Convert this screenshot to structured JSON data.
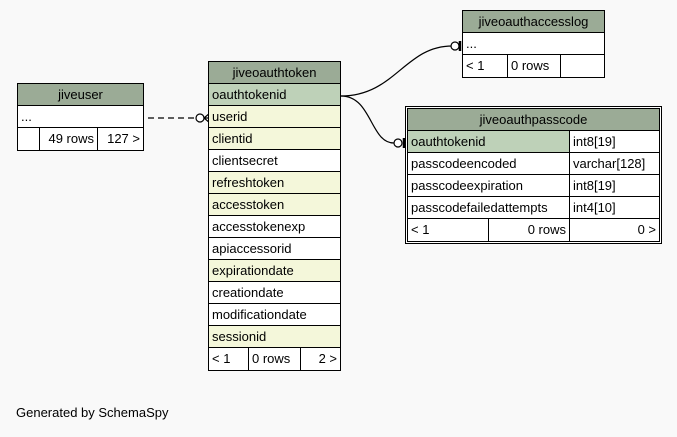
{
  "tables": {
    "jiveuser": {
      "name": "jiveuser",
      "ellipsis": "...",
      "footer": [
        "",
        "49 rows",
        "127 >"
      ]
    },
    "jiveoauthtoken": {
      "name": "jiveoauthtoken",
      "columns": [
        "oauthtokenid",
        "userid",
        "clientid",
        "clientsecret",
        "refreshtoken",
        "accesstoken",
        "accesstokenexp",
        "apiaccessorid",
        "expirationdate",
        "creationdate",
        "modificationdate",
        "sessionid"
      ],
      "footer": [
        "< 1",
        "0 rows",
        "2 >"
      ]
    },
    "jiveoauthaccesslog": {
      "name": "jiveoauthaccesslog",
      "ellipsis": "...",
      "footer": [
        "< 1",
        "0 rows",
        ""
      ]
    },
    "jiveoauthpasscode": {
      "name": "jiveoauthpasscode",
      "columns": [
        {
          "name": "oauthtokenid",
          "type": "int8[19]"
        },
        {
          "name": "passcodeencoded",
          "type": "varchar[128]"
        },
        {
          "name": "passcodeexpiration",
          "type": "int8[19]"
        },
        {
          "name": "passcodefailedattempts",
          "type": "int4[10]"
        }
      ],
      "footer": [
        "< 1",
        "0 rows",
        "0 >"
      ]
    }
  },
  "caption": "Generated by SchemaSpy"
}
